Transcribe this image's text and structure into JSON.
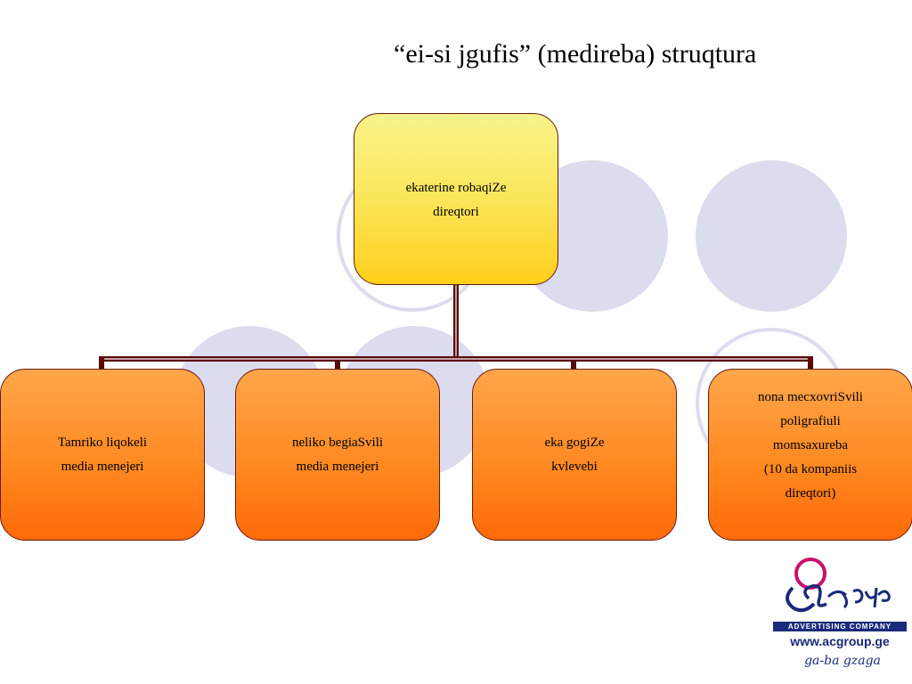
{
  "title": "“ei-si jgufis” (medireba) struqtura",
  "root": {
    "lines": [
      "ekaterine robaqiZe",
      "direqtori"
    ]
  },
  "children": [
    {
      "lines": [
        "Tamriko liqokeli",
        "media menejeri"
      ]
    },
    {
      "lines": [
        "neliko begiaSvili",
        "media menejeri"
      ]
    },
    {
      "lines": [
        "eka gogiZe",
        "kvlevebi"
      ]
    },
    {
      "lines": [
        "nona mecxovriSvili",
        "poligrafiuli",
        "momsaxureba",
        "(10 da kompaniis",
        "direqtori)"
      ]
    }
  ],
  "logo": {
    "tagline": "ADVERTISING COMPANY",
    "url": "www.acgroup.ge",
    "signature": "ga-ba gzaga"
  },
  "colors": {
    "root_fill": "#fbe65a",
    "child_fill": "#ff8a22",
    "connector": "#5a0a0a",
    "circle": "#dcdcef"
  }
}
